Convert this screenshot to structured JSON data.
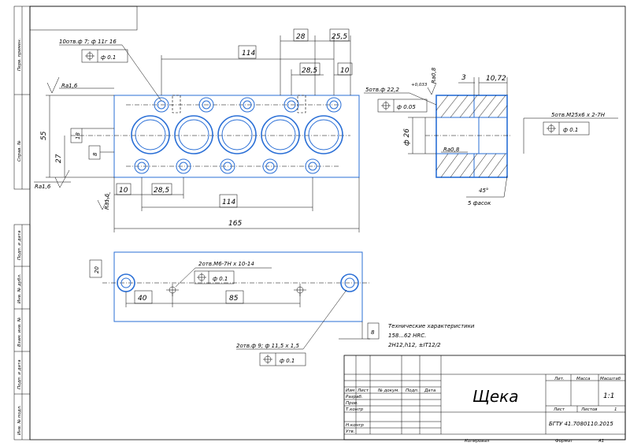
{
  "frame": {
    "side_labels": [
      "Перв. примен.",
      "Справ. №",
      "Подп. и дата",
      "Инв. № дубл.",
      "Взам. инв. №",
      "Подп. и дата",
      "Инв. № подл."
    ]
  },
  "main_view": {
    "hole_callout_top": "10отв.ф 7; ф 11г 16",
    "hole_callout_top_tol": "ф 0.1",
    "dim_114_top": "114",
    "dim_28": "28",
    "dim_25_5": "25,5",
    "dim_28_5_top": "28,5",
    "dim_10": "10",
    "dim_55": "55",
    "dim_27": "27",
    "dim_18": "18",
    "dim_8": "8",
    "dim_10_bottom": "10",
    "dim_28_5_bottom": "28,5",
    "dim_114_bottom": "114",
    "dim_165": "165",
    "rough_ra16_top": "Ra1,6",
    "rough_ra16_left": "Ra1,6",
    "rough_ra16_bottom": "Ra1,6"
  },
  "section_view": {
    "hole_callout": "5отв.ф 22,2",
    "hole_tol_sup": "+0,033",
    "hole_callout_tol": "ф 0.05",
    "dim_3": "3",
    "dim_10_72": "10,72",
    "rough_ra08_top": "Ra0,8",
    "rough_ra08_inner": "Ra0,8",
    "dim_26": "ф 26",
    "thread_callout": "5отв.М25х6 х 2-7H",
    "thread_tol": "ф 0.1",
    "chamfer_angle": "45°",
    "chamfer_note": "5 фасок"
  },
  "bottom_view": {
    "dim_20": "20",
    "thread_callout": "2отв.М6-7H х 10-14",
    "thread_tol": "ф 0.1",
    "dim_40": "40",
    "dim_85": "85",
    "hole_callout": "2отв.ф 9; ф 11,5 х 1,5",
    "hole_tol": "ф 0.1",
    "dim_8": "8"
  },
  "tech_notes": {
    "heading": "Технические характеристики",
    "line1": "158...62 HRC.",
    "line2": "2Н12,h12, ±IT12/2"
  },
  "title_block": {
    "part_name": "Щека",
    "col_izm": "Изм",
    "col_list": "Лист",
    "col_doc": "№ докум.",
    "col_sign": "Подп.",
    "col_date": "Дата",
    "row_razrab": "Разраб.",
    "row_prov": "Пров.",
    "row_tkontr": "Т.контр",
    "row_nkontr": "Н.контр",
    "row_utv": "Утв.",
    "lit": "Лит.",
    "massa": "Масса",
    "masshtab": "Масштаб",
    "scale_value": "1:1",
    "list": "Лист",
    "listov": "Листов",
    "listov_value": "1",
    "doc_code": "БГТУ 41.7080110.2015",
    "kopiroval": "Копировал",
    "format": "Формат",
    "format_value": "А1"
  }
}
